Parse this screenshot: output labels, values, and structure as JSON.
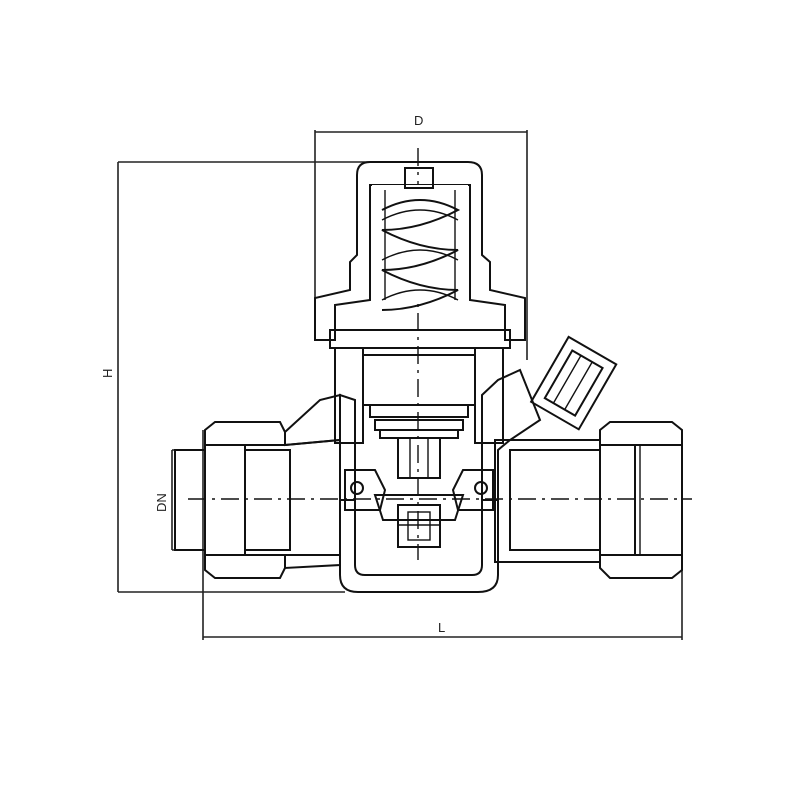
{
  "drawing": {
    "subject": "Pressure reducing valve cross-section",
    "background": "#ffffff",
    "line_color": "#111111"
  },
  "dimensions": {
    "D": {
      "label": "D",
      "description": "bonnet diameter"
    },
    "H": {
      "label": "H",
      "description": "overall height"
    },
    "DN": {
      "label": "DN",
      "description": "nominal diameter"
    },
    "L": {
      "label": "L",
      "description": "overall length"
    }
  }
}
